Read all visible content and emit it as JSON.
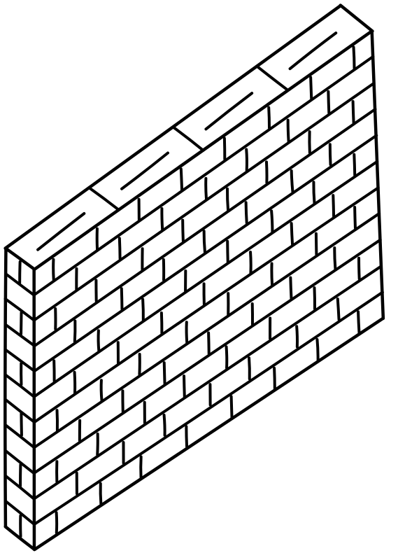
{
  "drawing": {
    "subject": "brick-wall-isometric-line-drawing",
    "stroke_color": "#000000",
    "background_color": "#ffffff",
    "front_course_count": 11,
    "top_brick_count": 4
  }
}
